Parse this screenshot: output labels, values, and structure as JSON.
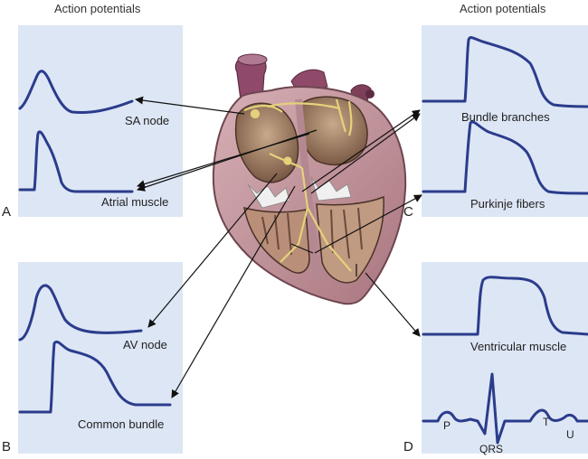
{
  "headings": {
    "left": "Action potentials",
    "right": "Action potentials"
  },
  "panels": {
    "A": {
      "letter": "A",
      "labels": [
        "SA node",
        "Atrial muscle"
      ]
    },
    "B": {
      "letter": "B",
      "labels": [
        "AV node",
        "Common bundle"
      ]
    },
    "C": {
      "letter": "C",
      "labels": [
        "Bundle branches",
        "Purkinje fibers"
      ]
    },
    "D": {
      "letter": "D",
      "labels": [
        "Ventricular muscle"
      ],
      "ecg_labels": [
        "P",
        "QRS",
        "T",
        "U"
      ]
    }
  },
  "colors": {
    "trace": "#2b3c8c",
    "panel": "#dde6f5",
    "heart_wall": "#c9a0a6",
    "arrow": "#111111"
  }
}
